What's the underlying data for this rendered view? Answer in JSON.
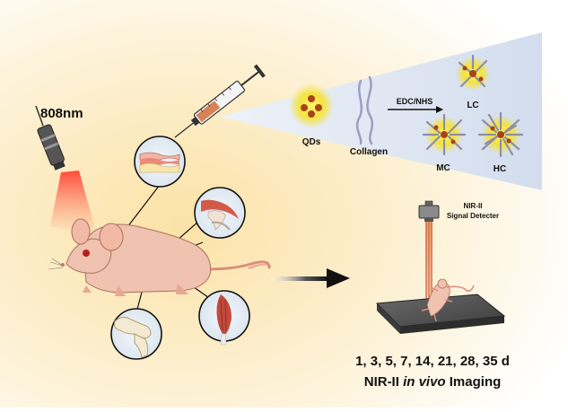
{
  "laser": {
    "wavelength": "808nm"
  },
  "formulation": {
    "qds_label": "QDs",
    "collagen_label": "Collagen",
    "reaction_label": "EDC/NHS",
    "products": [
      "LC",
      "MC",
      "HC"
    ]
  },
  "detector": {
    "line1": "NIR-II",
    "line2": "Signal Detecter"
  },
  "timeline": {
    "days": "1, 3, 5, 7, 14, 21, 28, 35 d"
  },
  "imaging": {
    "prefix": "NIR-II ",
    "italic": "in vivo",
    "suffix": " Imaging"
  },
  "colors": {
    "background_glow": "#fbe7b3",
    "cone": "#dfe7f4",
    "qd_glow": "#f6e21c",
    "qd_dot": "#a8431a",
    "collagen": "#9aa0bf",
    "mouse_skin": "#f0c2b0",
    "laser_red": "#e0261e",
    "platform": "#4c4c4c"
  },
  "icons": [
    "laser-device-icon",
    "syringe-icon",
    "skin-layers-icon",
    "tendon-icon",
    "bone-icon",
    "muscle-icon",
    "mouse-icon",
    "detector-icon",
    "arrow-icon"
  ]
}
